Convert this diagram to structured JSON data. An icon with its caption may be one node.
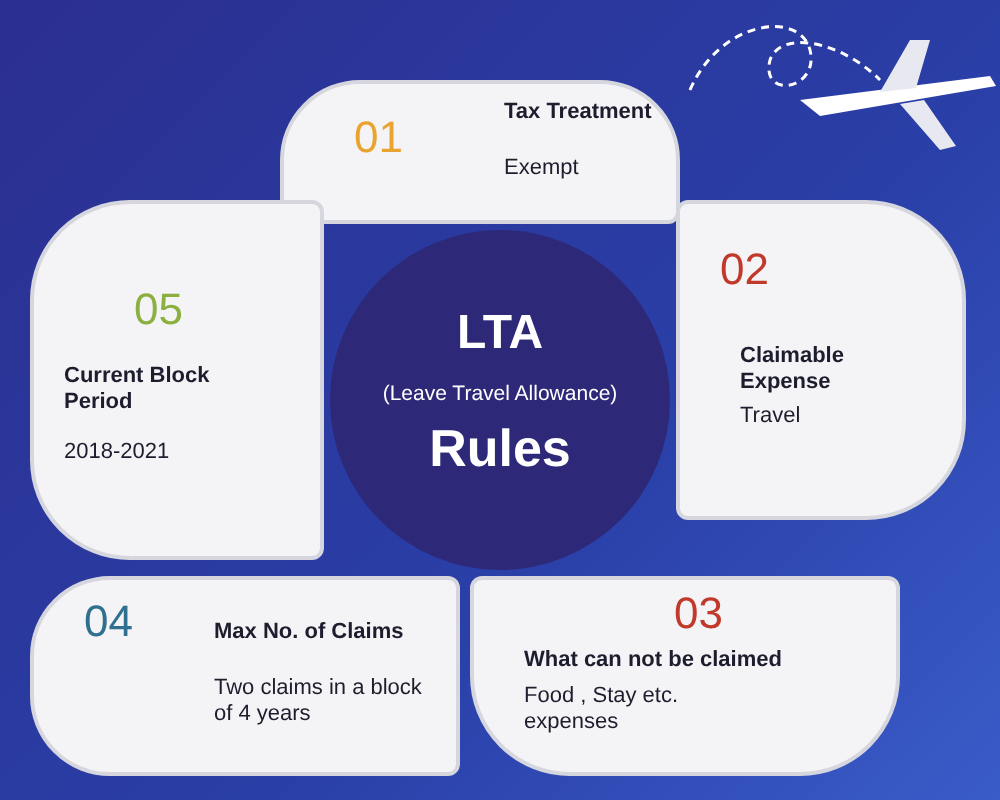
{
  "diagram": {
    "nodes": [
      {
        "text": [
          "01",
          "Tax Treatment",
          "Exempt"
        ]
      },
      {
        "text": [
          "02",
          "Claimable Expense",
          "Travel"
        ]
      },
      {
        "text": [
          "03",
          "What can not be claimed",
          "Food , Stay etc. expenses"
        ]
      },
      {
        "text": [
          "04",
          "Max No. of Claims",
          "Two claims in a block of 4 years"
        ]
      },
      {
        "text": [
          "05",
          "Current Block Period",
          "2018-2021"
        ]
      },
      {
        "text": [
          "LTA",
          "(Leave Travel Allowance)",
          "Rules"
        ]
      }
    ]
  }
}
